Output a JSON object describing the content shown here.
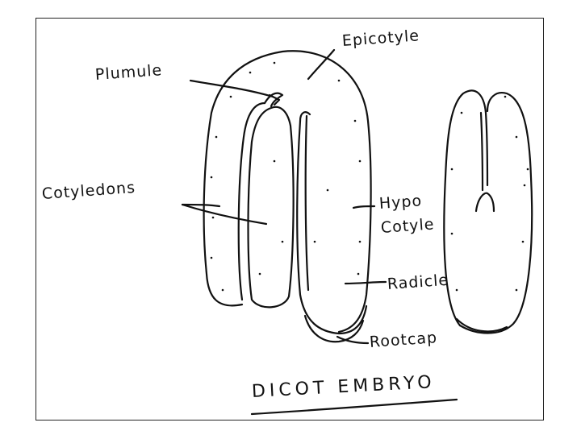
{
  "labels": {
    "epicotyle": "Epicotyle",
    "plumule": "Plumule",
    "cotyledons": "Cotyledons",
    "hypo": "Hypo",
    "cotyle": "Cotyle",
    "radicle": "Radicle",
    "rootcap": "Rootcap"
  },
  "title": "DICOT EMBRYO",
  "colors": {
    "ink": "#111111",
    "background": "#ffffff"
  }
}
